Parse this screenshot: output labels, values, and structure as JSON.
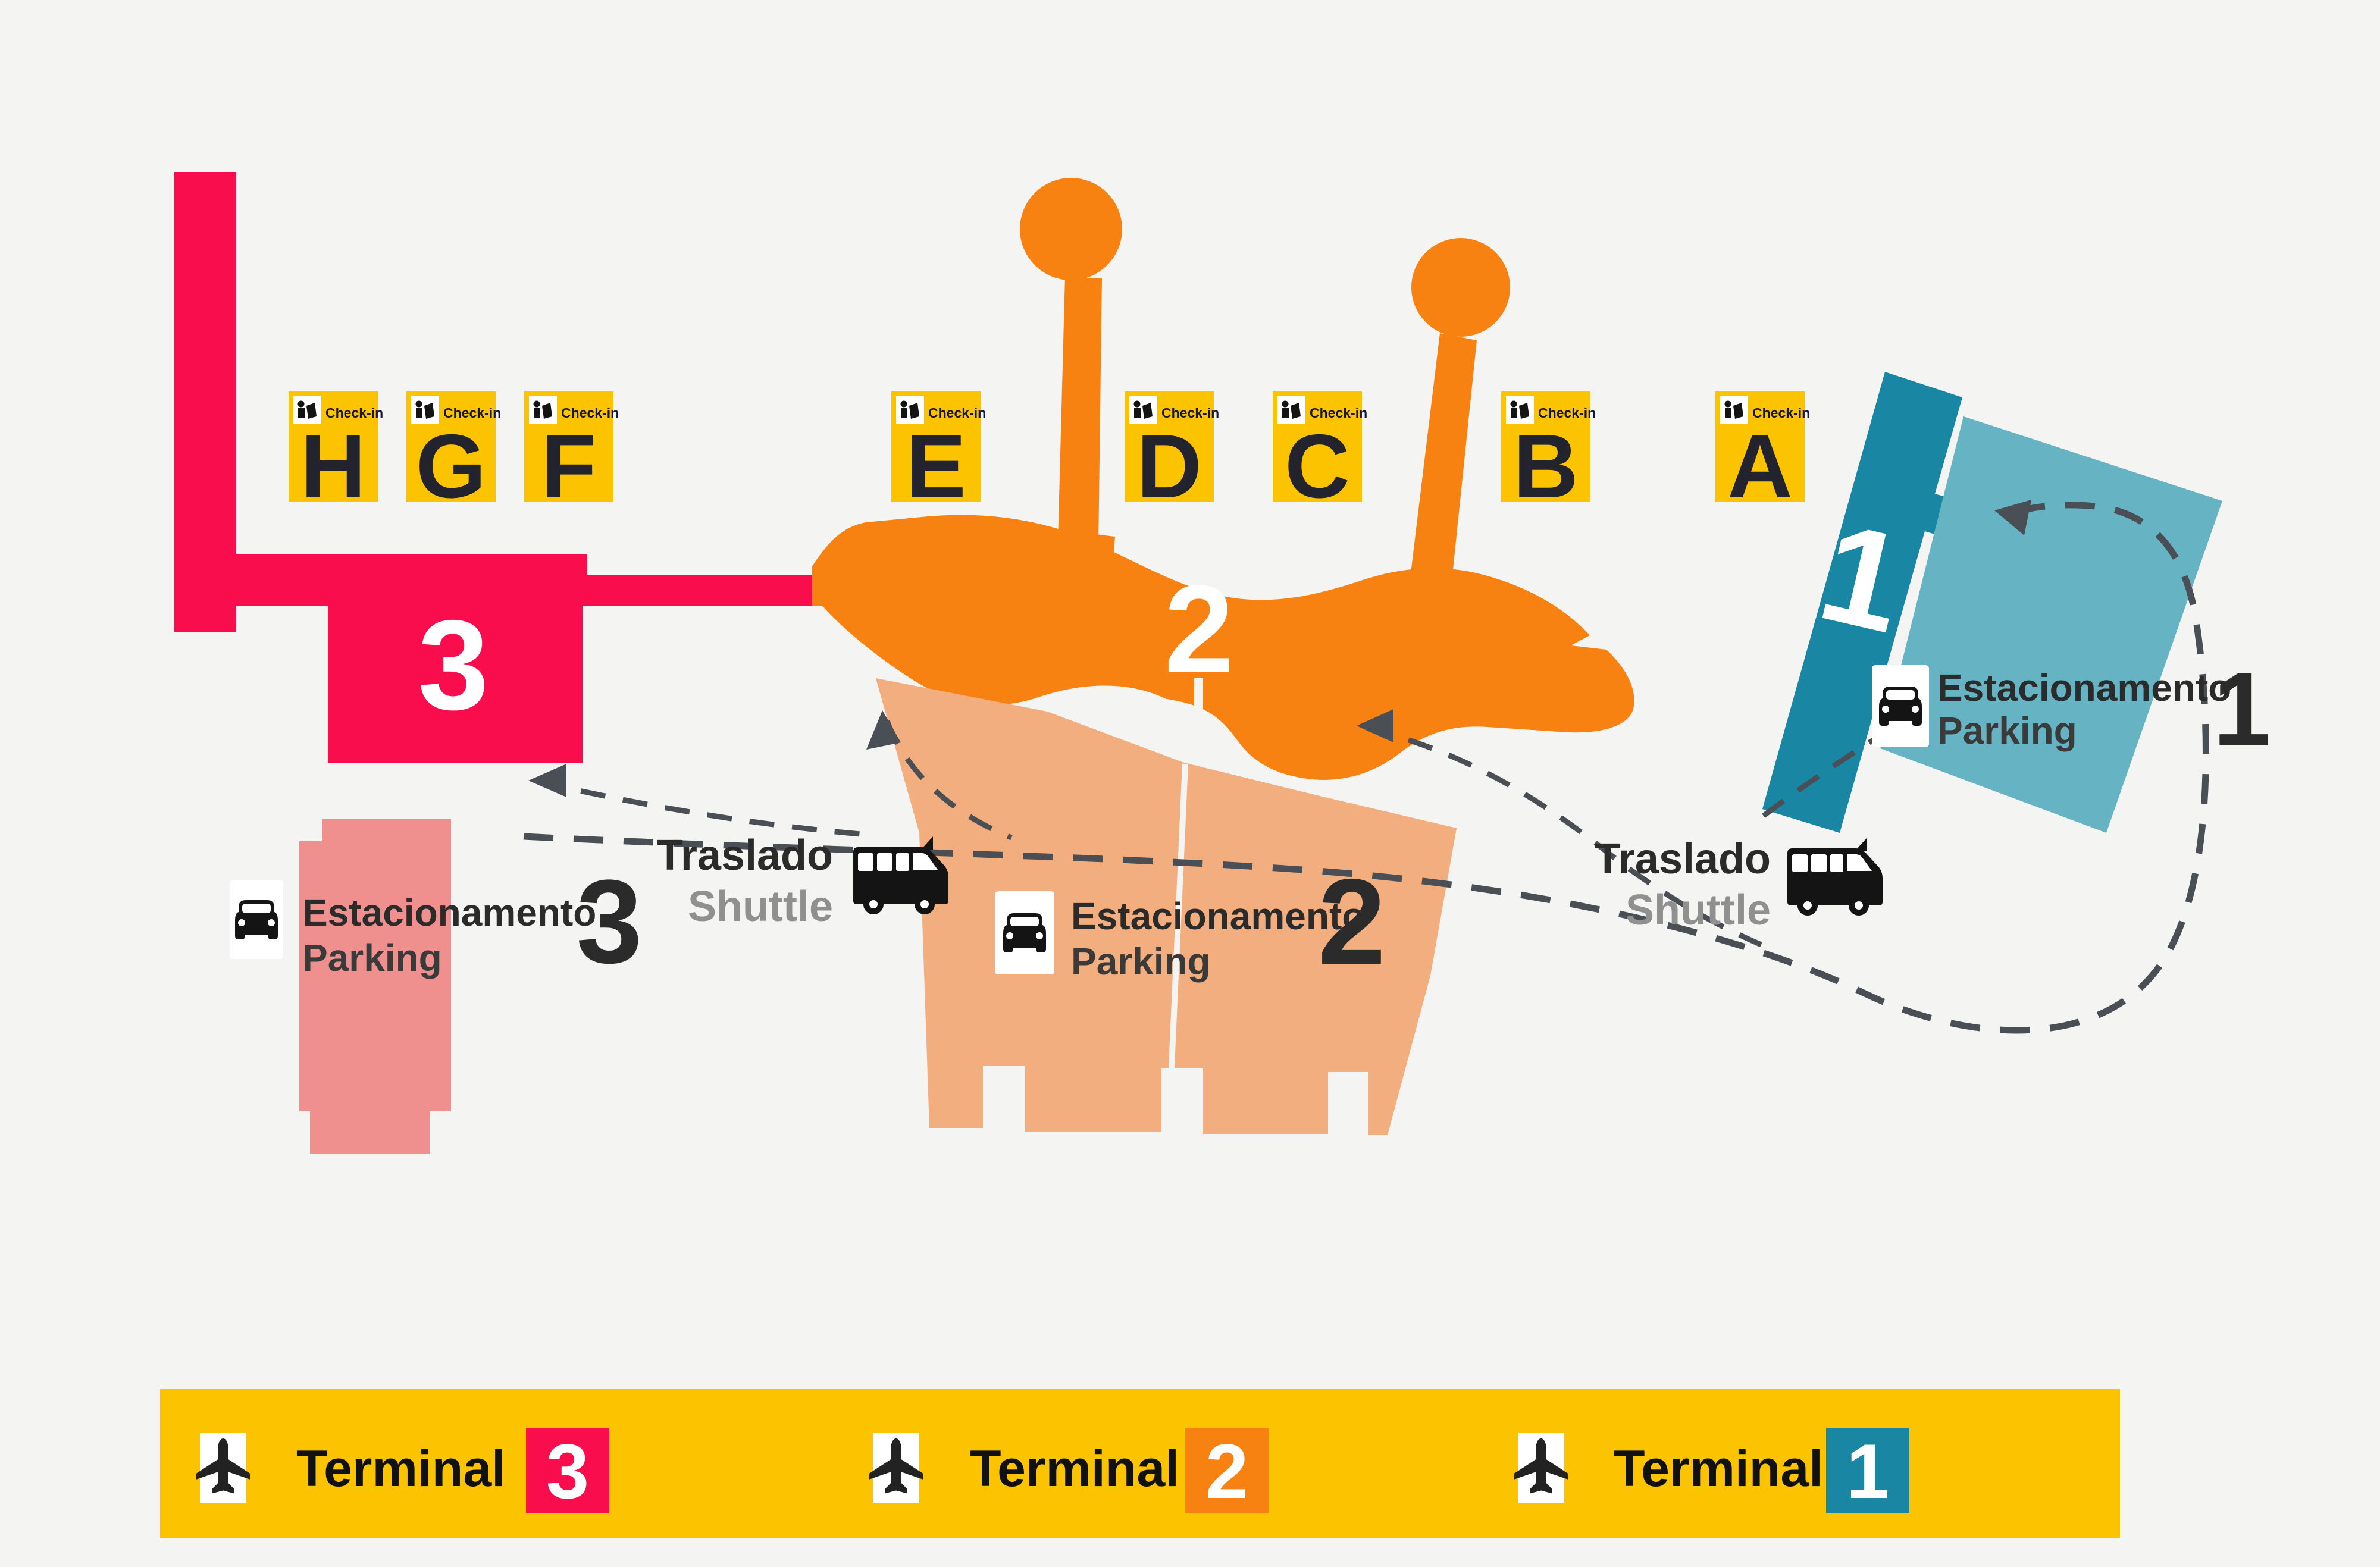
{
  "map": {
    "checkin_badge_label": "Check-in",
    "checkin_zones": [
      "H",
      "G",
      "F",
      "E",
      "D",
      "C",
      "B",
      "A"
    ],
    "terminal_numbers": {
      "t3": "3",
      "t2": "2",
      "t1": "1"
    },
    "parking_areas": [
      {
        "line1": "Estacionamento",
        "line2": "Parking",
        "number": "3"
      },
      {
        "line1": "Estacionamento",
        "line2": "Parking",
        "number": "2"
      },
      {
        "line1": "Estacionamento",
        "line2": "Parking",
        "number": "1"
      }
    ],
    "shuttle_stops": [
      {
        "line1": "Traslado",
        "line2": "Shuttle"
      },
      {
        "line1": "Traslado",
        "line2": "Shuttle"
      }
    ],
    "legend": {
      "label": "Terminal",
      "items": [
        {
          "number": "3"
        },
        {
          "number": "2"
        },
        {
          "number": "1"
        }
      ]
    },
    "colors": {
      "background": "#F4F4F2",
      "terminal3_pink": "#F90D4D",
      "terminal2_orange": "#F78212",
      "terminal1_teal": "#1987A3",
      "parking3_salmon": "#F0908E",
      "parking2_tan": "#F2AE7F",
      "parking1_lightteal": "#66B4C3",
      "checkin_yellow": "#FCC400",
      "legend_bar_yellow": "#FCC400",
      "route_dash_gray": "#4A4E55",
      "text_dark": "#2B2B2B",
      "shuttle_gray": "#909090",
      "white": "#FFFFFF"
    }
  }
}
